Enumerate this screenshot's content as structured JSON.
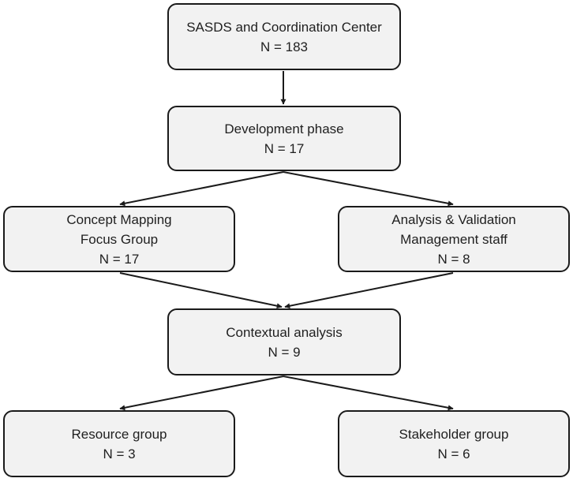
{
  "nodes": {
    "sasds": {
      "lines": [
        "SASDS and Coordination Center",
        "N = 183"
      ]
    },
    "development": {
      "lines": [
        "Development phase",
        "N = 17"
      ]
    },
    "concept": {
      "lines": [
        "Concept Mapping",
        "Focus Group",
        "N = 17"
      ]
    },
    "analysis": {
      "lines": [
        "Analysis & Validation",
        "Management staff",
        "N = 8"
      ]
    },
    "contextual": {
      "lines": [
        "Contextual analysis",
        "N = 9"
      ]
    },
    "resource": {
      "lines": [
        "Resource group",
        "N = 3"
      ]
    },
    "stakeholder": {
      "lines": [
        "Stakeholder group",
        "N = 6"
      ]
    }
  },
  "edges": [
    {
      "from": "sasds",
      "to": "development"
    },
    {
      "from": "development",
      "to": "concept"
    },
    {
      "from": "development",
      "to": "analysis"
    },
    {
      "from": "concept",
      "to": "contextual"
    },
    {
      "from": "analysis",
      "to": "contextual"
    },
    {
      "from": "contextual",
      "to": "resource"
    },
    {
      "from": "contextual",
      "to": "stakeholder"
    }
  ],
  "colors": {
    "box_fill": "#f2f2f2",
    "box_border": "#1a1a1a",
    "arrow": "#1a1a1a",
    "text": "#1f1f1f"
  }
}
